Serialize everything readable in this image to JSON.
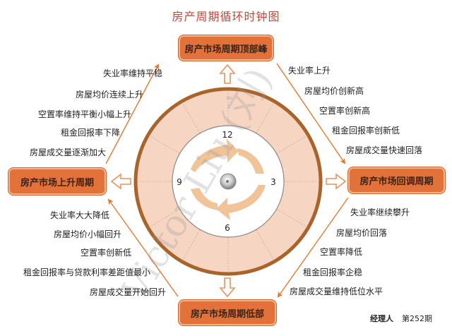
{
  "title": "房产周期循环时钟图",
  "phases": {
    "top": "房产市场周期顶部峰",
    "right": "房产市场回调周期",
    "bottom": "房产市场周期低部",
    "left": "房产市场上升周期"
  },
  "indicators": {
    "top_left": [
      "失业率维持平稳",
      "房屋均价连续上升",
      "空置率维持平衡小幅上升",
      "租金回报率下降",
      "房屋成交量逐渐加大"
    ],
    "top_right": [
      "失业率上升",
      "房屋均价创新高",
      "空置率创新高",
      "租金回报率创新低",
      "房屋成交量快速回落"
    ],
    "bottom_left": [
      "失业率大大降低",
      "房屋均价小幅回升",
      "空置率创新低",
      "租金回报率与贷款利率差距值最小",
      "房屋成交量开始回升"
    ],
    "bottom_right": [
      "失业率继续攀升",
      "房屋均价回落",
      "空置率降低",
      "租金回报率企稳",
      "房屋成交量维持低位水平"
    ]
  },
  "clock": {
    "n12": "12",
    "n3": "3",
    "n6": "6",
    "n9": "9"
  },
  "watermark": "Victor Liu (刘)",
  "credit": {
    "publication": "经理人",
    "issue": "第252期"
  },
  "colors": {
    "phase_box": "#e2713a",
    "ring": "#a8642a",
    "dial": "#f6d5c3",
    "arrow": "#e79a5c",
    "title": "#c8463c"
  }
}
